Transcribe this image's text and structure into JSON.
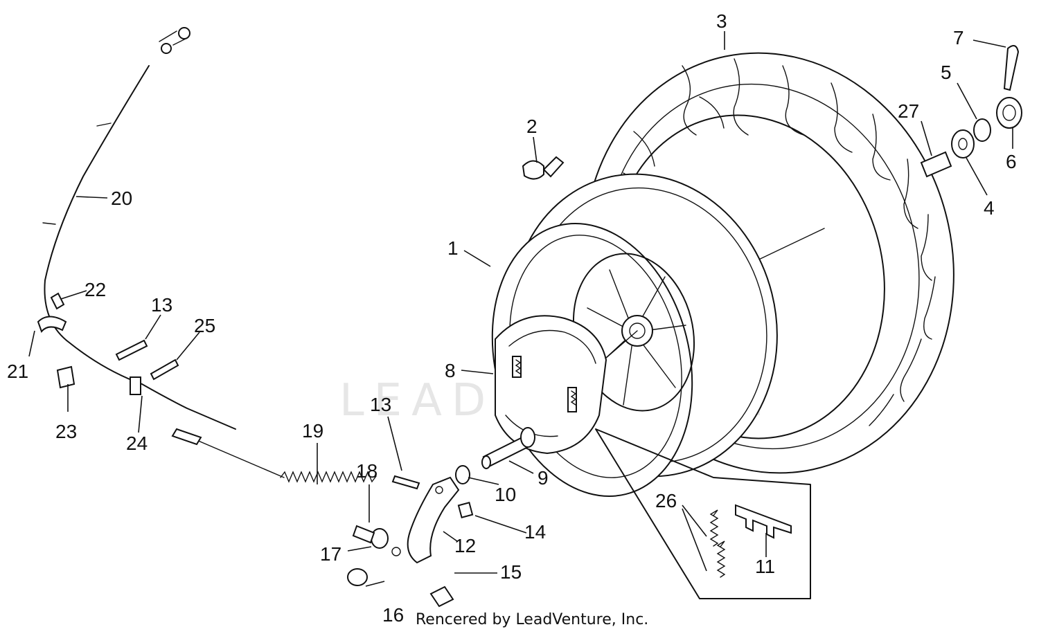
{
  "diagram": {
    "watermark": "LEADVENTURE",
    "credit": "Rencered by LeadVenture, Inc.",
    "callouts": {
      "c1": "1",
      "c2": "2",
      "c3": "3",
      "c4": "4",
      "c5": "5",
      "c6": "6",
      "c7": "7",
      "c8": "8",
      "c9": "9",
      "c10": "10",
      "c11": "11",
      "c12": "12",
      "c13a": "13",
      "c13b": "13",
      "c14": "14",
      "c15": "15",
      "c16": "16",
      "c17": "17",
      "c18": "18",
      "c19": "19",
      "c20": "20",
      "c21": "21",
      "c22": "22",
      "c23": "23",
      "c24": "24",
      "c25": "25",
      "c26": "26",
      "c27": "27"
    }
  }
}
